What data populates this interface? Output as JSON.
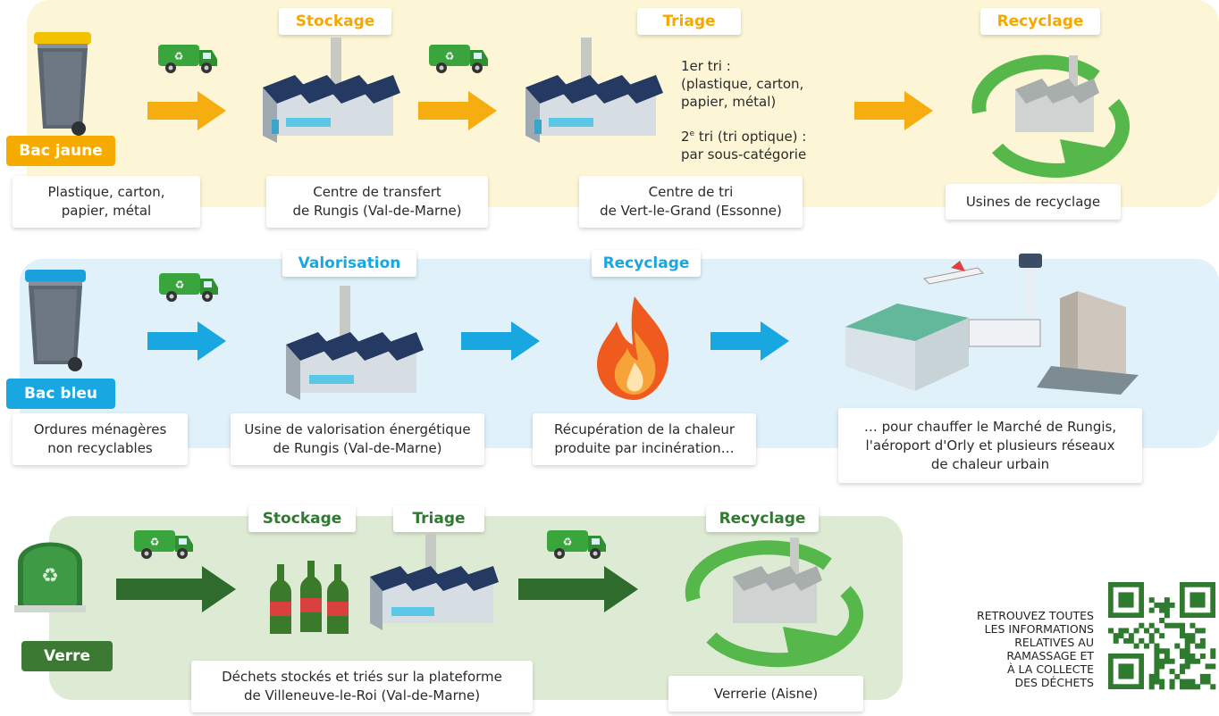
{
  "stage_labels": {
    "yellow_storage": "Stockage",
    "yellow_sorting": "Triage",
    "yellow_recycling": "Recyclage",
    "blue_recovery": "Valorisation",
    "blue_recycling": "Recyclage",
    "green_storage": "Stockage",
    "green_sorting": "Triage",
    "green_recycling": "Recyclage"
  },
  "bins": {
    "yellow": "Bac jaune",
    "blue": "Bac bleu",
    "green": "Verre"
  },
  "yellow_row": {
    "waste": [
      "Plastique, carton,",
      "papier, métal"
    ],
    "transfer": [
      "Centre de transfert",
      "de Rungis (Val-de-Marne)"
    ],
    "sorting_center": [
      "Centre de tri",
      "de Vert-le-Grand (Essonne)"
    ],
    "recycling": "Usines de recyclage",
    "sort1": [
      "1er tri :",
      "(plastique, carton,",
      "papier, métal)"
    ],
    "sort2_prefix": "2",
    "sort2_sup": "e",
    "sort2_rest": " tri (tri optique) :",
    "sort2_line2": "par sous-catégorie"
  },
  "blue_row": {
    "waste": [
      "Ordures ménagères",
      "non recyclables"
    ],
    "plant": [
      "Usine de valorisation énergétique",
      "de Rungis (Val-de-Marne)"
    ],
    "heat": [
      "Récupération de la chaleur",
      "produite par incinération…"
    ],
    "use": [
      "… pour chauffer le Marché de Rungis,",
      "l'aéroport d'Orly et plusieurs réseaux",
      "de chaleur urbain"
    ]
  },
  "green_row": {
    "platform": [
      "Déchets stockés et triés sur la plateforme",
      "de Villeneuve-le-Roi (Val-de-Marne)"
    ],
    "glassworks": "Verrerie (Aisne)"
  },
  "qr_text": [
    "RETROUVEZ TOUTES",
    "LES INFORMATIONS",
    "RELATIVES AU",
    "RAMASSAGE ET",
    "À LA COLLECTE",
    "DES DÉCHETS"
  ],
  "colors": {
    "yellow": "#f5ab00",
    "blue": "#18a7e0",
    "green": "#3c7a33",
    "truck": "#3aa53c"
  },
  "icons": [
    "wheelie-bin-icon",
    "garbage-truck-icon",
    "arrow-icon",
    "factory-icon",
    "recycle-plant-icon",
    "fire-icon",
    "city-icon",
    "glass-bin-icon",
    "bottles-icon",
    "qr-code-icon"
  ]
}
